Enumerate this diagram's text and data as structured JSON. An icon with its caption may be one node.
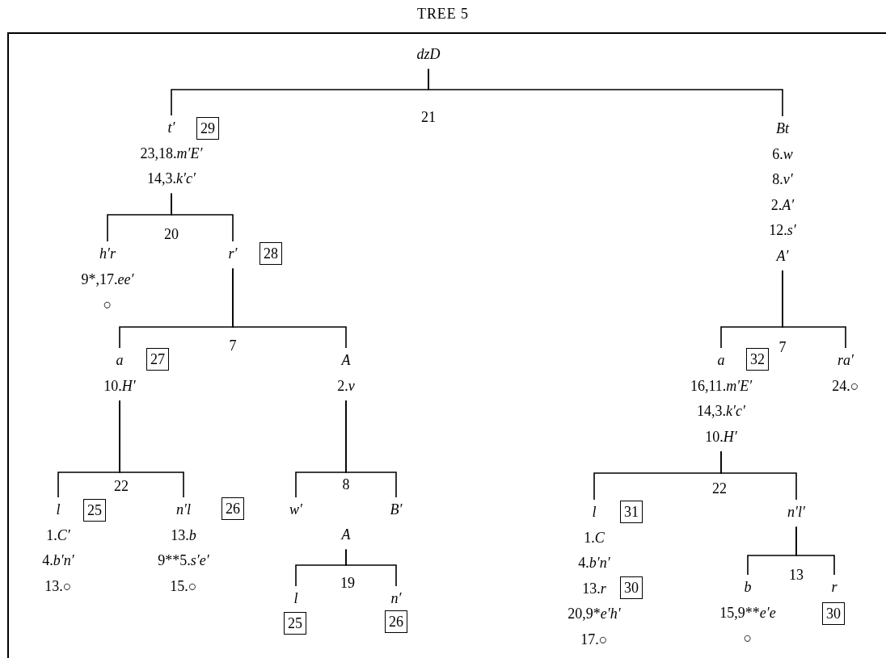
{
  "diagram": {
    "title": "TREE 5",
    "nodes": [
      {
        "text": [
          "dzD"
        ]
      },
      {
        "text": [
          "t′",
          "23,18.m′E′",
          "14,3.k′c′"
        ]
      },
      {
        "text": [
          "29"
        ]
      },
      {
        "text": [
          "Bt",
          "6.w",
          "8.v′",
          "2.A′",
          "12.s′",
          "A′"
        ]
      },
      {
        "text": [
          "h′r",
          "9*,17.ee′",
          "○"
        ]
      },
      {
        "text": [
          "r′"
        ]
      },
      {
        "text": [
          "28"
        ]
      },
      {
        "text": [
          "a",
          "10.H′"
        ]
      },
      {
        "text": [
          "27"
        ]
      },
      {
        "text": [
          "A",
          "2.v"
        ]
      },
      {
        "text": [
          "l",
          "1.C′",
          "4.b′n′",
          "13.○"
        ]
      },
      {
        "text": [
          "25"
        ]
      },
      {
        "text": [
          "n′l",
          "13.b",
          "9**5.s′e′",
          "15.○"
        ]
      },
      {
        "text": [
          "26"
        ]
      },
      {
        "text": [
          "w′"
        ]
      },
      {
        "text": [
          "B′"
        ]
      },
      {
        "text": [
          "A"
        ]
      },
      {
        "text": [
          "l"
        ]
      },
      {
        "text": [
          "25"
        ]
      },
      {
        "text": [
          "n′"
        ]
      },
      {
        "text": [
          "26"
        ]
      },
      {
        "text": [
          "a",
          "16,11.m′E′",
          "14,3.k′c′",
          "10.H′"
        ]
      },
      {
        "text": [
          "32"
        ]
      },
      {
        "text": [
          "ra′",
          "24.○"
        ]
      },
      {
        "text": [
          "l",
          "1.C",
          "4.b′n′",
          "13.r",
          "20,9*e′h′",
          "17.○"
        ]
      },
      {
        "text": [
          "31"
        ]
      },
      {
        "text": [
          "30"
        ]
      },
      {
        "text": [
          "n′l′"
        ]
      },
      {
        "text": [
          "b",
          "15,9**e′e",
          "○"
        ]
      },
      {
        "text": [
          "r"
        ]
      },
      {
        "text": [
          "30"
        ]
      }
    ],
    "edges": [
      {
        "from": 0,
        "to": 1,
        "arrow": "none"
      },
      {
        "from": 0,
        "to": 3,
        "arrow": "none"
      },
      {
        "from": 1,
        "to": 4,
        "arrow": "none"
      },
      {
        "from": 1,
        "to": 5,
        "arrow": "none"
      },
      {
        "from": 5,
        "to": 7,
        "arrow": "none"
      },
      {
        "from": 5,
        "to": 9,
        "arrow": "none"
      },
      {
        "from": 7,
        "to": 10,
        "arrow": "none"
      },
      {
        "from": 7,
        "to": 12,
        "arrow": "none"
      },
      {
        "from": 9,
        "to": 14,
        "arrow": "none"
      },
      {
        "from": 9,
        "to": 15,
        "arrow": "none"
      },
      {
        "from": 16,
        "to": 17,
        "arrow": "none"
      },
      {
        "from": 16,
        "to": 19,
        "arrow": "none"
      },
      {
        "from": 3,
        "to": 21,
        "arrow": "none"
      },
      {
        "from": 3,
        "to": 23,
        "arrow": "none"
      },
      {
        "from": 21,
        "to": 24,
        "arrow": "none"
      },
      {
        "from": 21,
        "to": 27,
        "arrow": "none"
      },
      {
        "from": 27,
        "to": 28,
        "arrow": "none"
      },
      {
        "from": 27,
        "to": 29,
        "arrow": "none"
      }
    ],
    "labels": [
      "21",
      "20",
      "7",
      "7",
      "22",
      "8",
      "22",
      "19",
      "13"
    ]
  }
}
